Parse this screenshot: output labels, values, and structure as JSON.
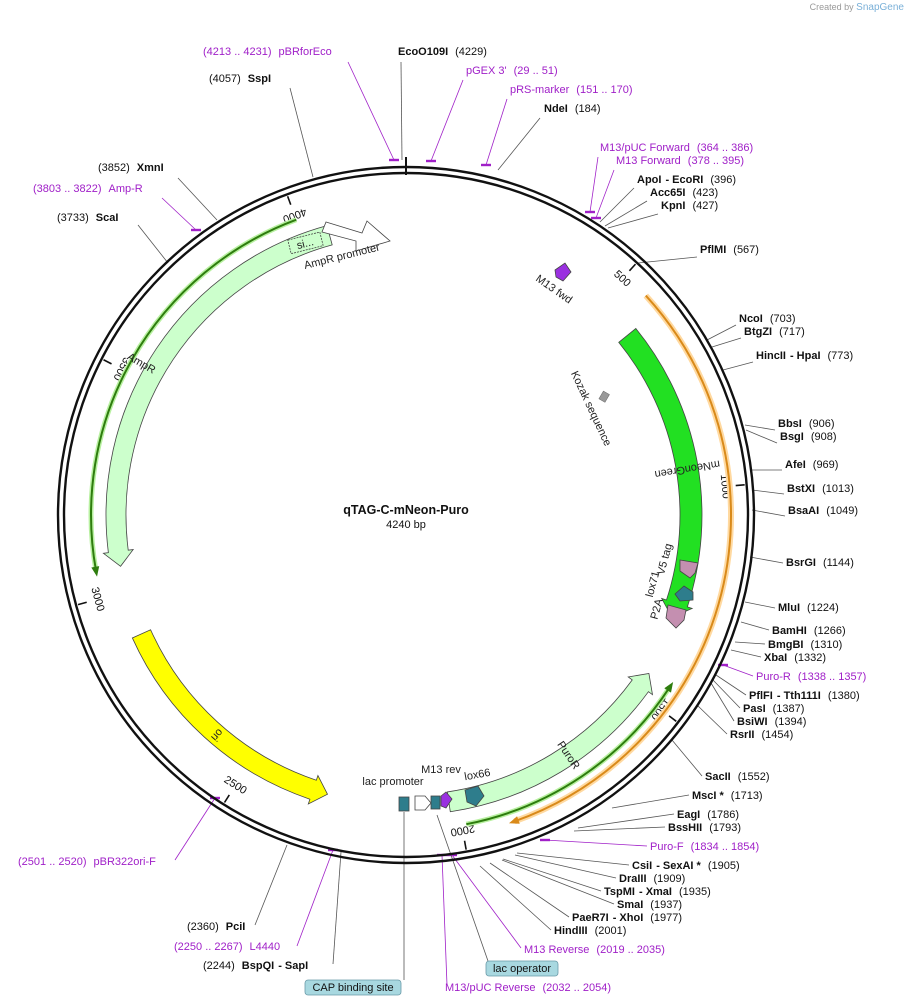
{
  "credit": {
    "prefix": "Created by",
    "brand": "SnapGene"
  },
  "plasmid": {
    "name": "qTAG-C-mNeon-Puro",
    "length_label": "4240 bp",
    "length": 4240
  },
  "colors": {
    "primer": "#a020c8",
    "mNeonGreen": "#22e022",
    "AmpR": "#ccffcc",
    "ori": "#ffff00",
    "tag": "#c48fb0",
    "lox": "#2e7d8c",
    "promoter": "#ffffff",
    "orange_line": "#d98a1a",
    "green_line": "#2e7d0e"
  },
  "ticks": [
    {
      "pos": 500,
      "label": "500"
    },
    {
      "pos": 1000,
      "label": "1000"
    },
    {
      "pos": 1500,
      "label": "1500"
    },
    {
      "pos": 2000,
      "label": "2000"
    },
    {
      "pos": 2500,
      "label": "2500"
    },
    {
      "pos": 3000,
      "label": "3000"
    },
    {
      "pos": 3500,
      "label": "3500"
    },
    {
      "pos": 4000,
      "label": "4000"
    }
  ],
  "features": [
    {
      "name": "mNeonGreen",
      "start": 600,
      "end": 1308,
      "color": "#22e022",
      "label": "mNeonGreen"
    },
    {
      "name": "PuroR",
      "start": 1450,
      "end": 2020,
      "color": "#ccffcc",
      "label": "PuroR"
    },
    {
      "name": "AmpR",
      "start": 3060,
      "end": 4060,
      "color": "#ccffcc",
      "label": "AmpR"
    },
    {
      "name": "ori",
      "start": 2305,
      "end": 2895,
      "color": "#ffff00",
      "label": "ori"
    }
  ],
  "small_features": [
    {
      "name": "V5 tag",
      "label": "V5 tag"
    },
    {
      "name": "lox71",
      "label": "lox71"
    },
    {
      "name": "P2A",
      "label": "P2A"
    },
    {
      "name": "lox66",
      "label": "lox66"
    },
    {
      "name": "M13 fwd",
      "label": "M13 fwd"
    },
    {
      "name": "M13 rev",
      "label": "M13 rev"
    },
    {
      "name": "Kozak sequence",
      "label": "Kozak sequence"
    },
    {
      "name": "lac promoter",
      "label": "lac promoter"
    },
    {
      "name": "AmpR promoter",
      "label": "AmpR promoter"
    },
    {
      "name": "signal",
      "label": "si..."
    }
  ],
  "site_labels": [
    {
      "id": "pBRforEco",
      "parts": [
        [
          "(4213 .. 4231)",
          "primer"
        ],
        [
          "pBRforEco",
          "primer"
        ]
      ]
    },
    {
      "id": "EcoO109I",
      "parts": [
        [
          "EcoO109I",
          "enz"
        ],
        [
          "(4229)",
          "num"
        ]
      ]
    },
    {
      "id": "SspI",
      "parts": [
        [
          "(4057)",
          "num"
        ],
        [
          "SspI",
          "enz"
        ]
      ]
    },
    {
      "id": "pGEX3",
      "parts": [
        [
          "pGEX 3'",
          "primer"
        ],
        [
          "(29 .. 51)",
          "primer"
        ]
      ]
    },
    {
      "id": "pRS-marker",
      "parts": [
        [
          "pRS-marker",
          "primer"
        ],
        [
          "(151 .. 170)",
          "primer"
        ]
      ]
    },
    {
      "id": "NdeI",
      "parts": [
        [
          "NdeI",
          "enz"
        ],
        [
          "(184)",
          "num"
        ]
      ]
    },
    {
      "id": "XmnI",
      "parts": [
        [
          "(3852)",
          "num"
        ],
        [
          "XmnI",
          "enz"
        ]
      ]
    },
    {
      "id": "Amp-R",
      "parts": [
        [
          "(3803 .. 3822)",
          "primer"
        ],
        [
          "Amp-R",
          "primer"
        ]
      ]
    },
    {
      "id": "ScaI",
      "parts": [
        [
          "(3733)",
          "num"
        ],
        [
          "ScaI",
          "enz"
        ]
      ]
    },
    {
      "id": "M13pUCF",
      "parts": [
        [
          "M13/pUC Forward",
          "primer"
        ],
        [
          "(364 .. 386)",
          "primer"
        ]
      ]
    },
    {
      "id": "M13F",
      "parts": [
        [
          "M13 Forward",
          "primer"
        ],
        [
          "(378 .. 395)",
          "primer"
        ]
      ]
    },
    {
      "id": "ApoI",
      "parts": [
        [
          "ApoI",
          "enz"
        ],
        [
          "- EcoRI",
          "enz"
        ],
        [
          "(396)",
          "num"
        ]
      ]
    },
    {
      "id": "Acc65I",
      "parts": [
        [
          "Acc65I",
          "enz"
        ],
        [
          "(423)",
          "num"
        ]
      ]
    },
    {
      "id": "KpnI",
      "parts": [
        [
          "KpnI",
          "enz"
        ],
        [
          "(427)",
          "num"
        ]
      ]
    },
    {
      "id": "PflMI",
      "parts": [
        [
          "PflMI",
          "enz"
        ],
        [
          "(567)",
          "num"
        ]
      ]
    },
    {
      "id": "NcoI",
      "parts": [
        [
          "NcoI",
          "enz"
        ],
        [
          "(703)",
          "num"
        ]
      ]
    },
    {
      "id": "BtgZI",
      "parts": [
        [
          "BtgZI",
          "enz"
        ],
        [
          "(717)",
          "num"
        ]
      ]
    },
    {
      "id": "HincII",
      "parts": [
        [
          "HincII",
          "enz"
        ],
        [
          "- HpaI",
          "enz"
        ],
        [
          "(773)",
          "num"
        ]
      ]
    },
    {
      "id": "BbsI",
      "parts": [
        [
          "BbsI",
          "enz"
        ],
        [
          "(906)",
          "num"
        ]
      ]
    },
    {
      "id": "BsgI",
      "parts": [
        [
          "BsgI",
          "enz"
        ],
        [
          "(908)",
          "num"
        ]
      ]
    },
    {
      "id": "AfeI",
      "parts": [
        [
          "AfeI",
          "enz"
        ],
        [
          "(969)",
          "num"
        ]
      ]
    },
    {
      "id": "BstXI",
      "parts": [
        [
          "BstXI",
          "enz"
        ],
        [
          "(1013)",
          "num"
        ]
      ]
    },
    {
      "id": "BsaAI",
      "parts": [
        [
          "BsaAI",
          "enz"
        ],
        [
          "(1049)",
          "num"
        ]
      ]
    },
    {
      "id": "BsrGI",
      "parts": [
        [
          "BsrGI",
          "enz"
        ],
        [
          "(1144)",
          "num"
        ]
      ]
    },
    {
      "id": "MluI",
      "parts": [
        [
          "MluI",
          "enz"
        ],
        [
          "(1224)",
          "num"
        ]
      ]
    },
    {
      "id": "BamHI",
      "parts": [
        [
          "BamHI",
          "enz"
        ],
        [
          "(1266)",
          "num"
        ]
      ]
    },
    {
      "id": "BmgBI",
      "parts": [
        [
          "BmgBI",
          "enz"
        ],
        [
          "(1310)",
          "num"
        ]
      ]
    },
    {
      "id": "XbaI",
      "parts": [
        [
          "XbaI",
          "enz"
        ],
        [
          "(1332)",
          "num"
        ]
      ]
    },
    {
      "id": "Puro-R",
      "parts": [
        [
          "Puro-R",
          "primer"
        ],
        [
          "(1338 .. 1357)",
          "primer"
        ]
      ]
    },
    {
      "id": "PflFI",
      "parts": [
        [
          "PflFI",
          "enz"
        ],
        [
          "- Tth111I",
          "enz"
        ],
        [
          "(1380)",
          "num"
        ]
      ]
    },
    {
      "id": "PasI",
      "parts": [
        [
          "PasI",
          "enz"
        ],
        [
          "(1387)",
          "num"
        ]
      ]
    },
    {
      "id": "BsiWI",
      "parts": [
        [
          "BsiWI",
          "enz"
        ],
        [
          "(1394)",
          "num"
        ]
      ]
    },
    {
      "id": "RsrII",
      "parts": [
        [
          "RsrII",
          "enz"
        ],
        [
          "(1454)",
          "num"
        ]
      ]
    },
    {
      "id": "SacII",
      "parts": [
        [
          "SacII",
          "enz"
        ],
        [
          "(1552)",
          "num"
        ]
      ]
    },
    {
      "id": "MscI",
      "parts": [
        [
          "MscI *",
          "enz"
        ],
        [
          "(1713)",
          "num"
        ]
      ]
    },
    {
      "id": "EagI",
      "parts": [
        [
          "EagI",
          "enz"
        ],
        [
          "(1786)",
          "num"
        ]
      ]
    },
    {
      "id": "BssHII",
      "parts": [
        [
          "BssHII",
          "enz"
        ],
        [
          "(1793)",
          "num"
        ]
      ]
    },
    {
      "id": "Puro-F",
      "parts": [
        [
          "Puro-F",
          "primer"
        ],
        [
          "(1834 .. 1854)",
          "primer"
        ]
      ]
    },
    {
      "id": "CsiI",
      "parts": [
        [
          "CsiI",
          "enz"
        ],
        [
          "- SexAI *",
          "enz"
        ],
        [
          "(1905)",
          "num"
        ]
      ]
    },
    {
      "id": "DraIII",
      "parts": [
        [
          "DraIII",
          "enz"
        ],
        [
          "(1909)",
          "num"
        ]
      ]
    },
    {
      "id": "TspMI",
      "parts": [
        [
          "TspMI",
          "enz"
        ],
        [
          "- XmaI",
          "enz"
        ],
        [
          "(1935)",
          "num"
        ]
      ]
    },
    {
      "id": "SmaI",
      "parts": [
        [
          "SmaI",
          "enz"
        ],
        [
          "(1937)",
          "num"
        ]
      ]
    },
    {
      "id": "PaeR7I",
      "parts": [
        [
          "PaeR7I",
          "enz"
        ],
        [
          "- XhoI",
          "enz"
        ],
        [
          "(1977)",
          "num"
        ]
      ]
    },
    {
      "id": "HindIII",
      "parts": [
        [
          "HindIII",
          "enz"
        ],
        [
          "(2001)",
          "num"
        ]
      ]
    },
    {
      "id": "M13Rev",
      "parts": [
        [
          "M13 Reverse",
          "primer"
        ],
        [
          "(2019 .. 2035)",
          "primer"
        ]
      ]
    },
    {
      "id": "M13pUCRev",
      "parts": [
        [
          "M13/pUC Reverse",
          "primer"
        ],
        [
          "(2032 .. 2054)",
          "primer"
        ]
      ]
    },
    {
      "id": "pBR322ori-F",
      "parts": [
        [
          "(2501 .. 2520)",
          "primer"
        ],
        [
          "pBR322ori-F",
          "primer"
        ]
      ]
    },
    {
      "id": "PciI",
      "parts": [
        [
          "(2360)",
          "num"
        ],
        [
          "PciI",
          "enz"
        ]
      ]
    },
    {
      "id": "L4440",
      "parts": [
        [
          "(2250 .. 2267)",
          "primer"
        ],
        [
          "L4440",
          "primer"
        ]
      ]
    },
    {
      "id": "BspQI",
      "parts": [
        [
          "(2244)",
          "num"
        ],
        [
          "BspQI",
          "enz"
        ],
        [
          "- SapI",
          "enz"
        ]
      ]
    }
  ],
  "boxed_labels": [
    {
      "id": "lac-operator",
      "label": "lac operator"
    },
    {
      "id": "cap-site",
      "label": "CAP binding site"
    }
  ]
}
